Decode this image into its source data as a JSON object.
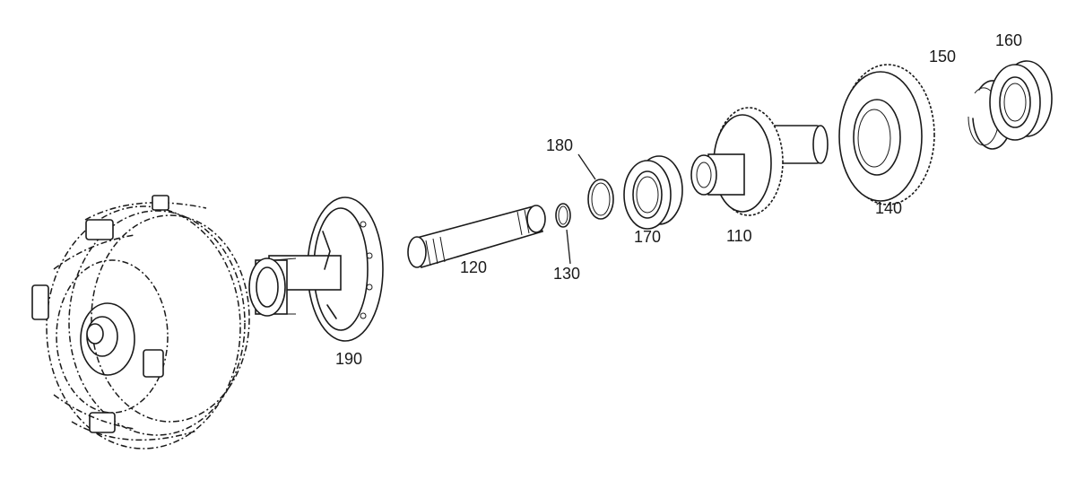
{
  "callouts": {
    "c110": "110",
    "c120": "120",
    "c130": "130",
    "c140": "140",
    "c150": "150",
    "c160": "160",
    "c170": "170",
    "c180": "180",
    "c190": "190"
  }
}
